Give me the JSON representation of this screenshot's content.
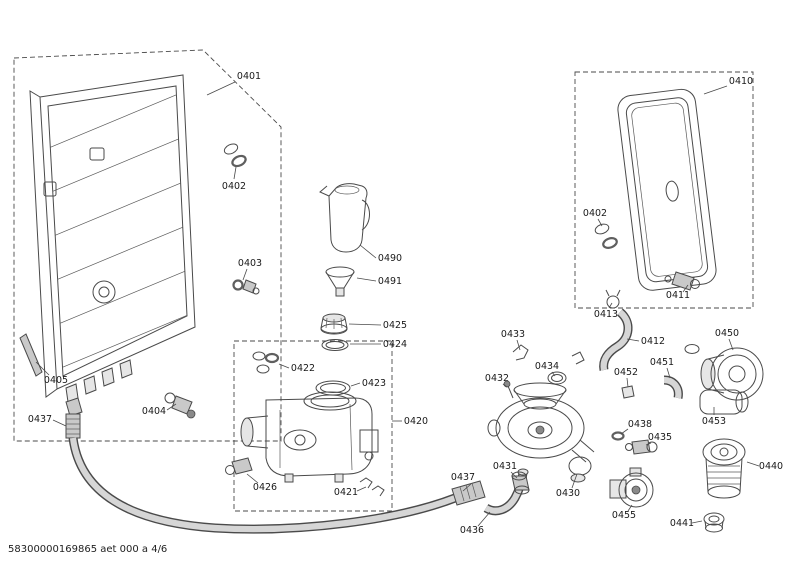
{
  "document": {
    "type": "exploded-parts-diagram",
    "footer": {
      "code": "58300000169865 aet 000 a 4/6"
    }
  },
  "colors": {
    "background": "#ffffff",
    "line": "#4a4a4a",
    "soft_fill": "#c9c9c9",
    "label_text": "#1a1a1a"
  },
  "part_labels": [
    "0401",
    "0402",
    "0403",
    "0490",
    "0491",
    "0425",
    "0424",
    "0422",
    "0423",
    "0420",
    "0405",
    "0437",
    "0404",
    "0426",
    "0421",
    "0437",
    "0436",
    "0431",
    "0430",
    "0433",
    "0434",
    "0432",
    "0413",
    "0412",
    "0452",
    "0451",
    "0450",
    "0438",
    "0435",
    "0453",
    "0440",
    "0441",
    "0455",
    "0410",
    "0402",
    "0411"
  ]
}
